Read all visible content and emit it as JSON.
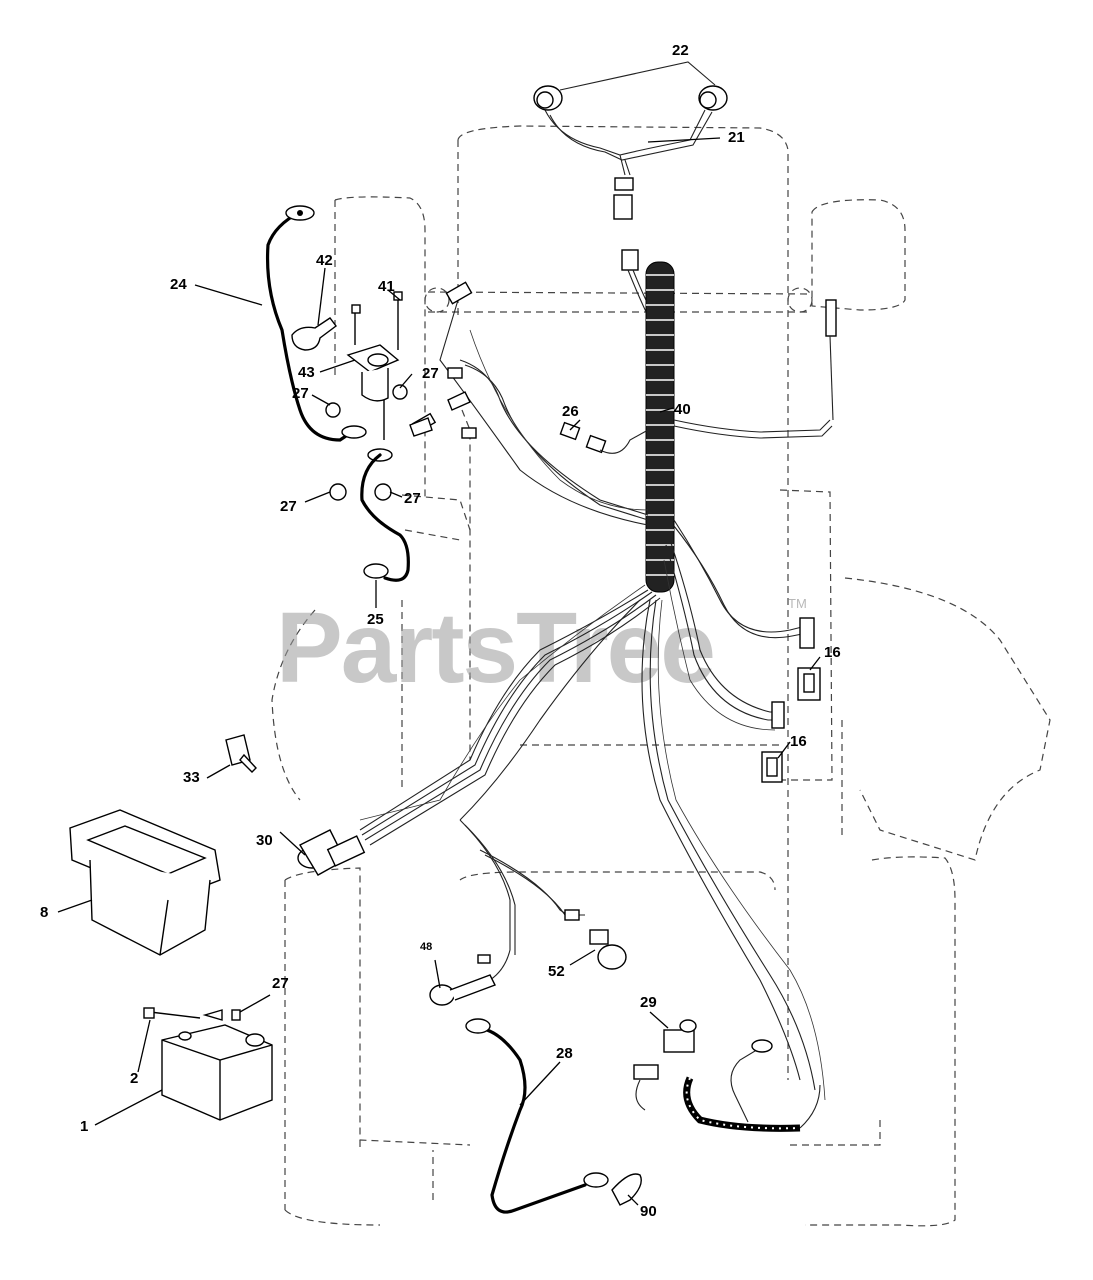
{
  "watermark": {
    "text": "PartsTree",
    "trademark": "TM"
  },
  "callouts": {
    "c22": "22",
    "c21": "21",
    "c24": "24",
    "c42": "42",
    "c41": "41",
    "c43": "43",
    "c27a": "27",
    "c27b": "27",
    "c27c": "27",
    "c27d": "27",
    "c27e": "27",
    "c26": "26",
    "c40": "40",
    "c25": "25",
    "c16a": "16",
    "c16b": "16",
    "c33": "33",
    "c30": "30",
    "c8": "8",
    "c48": "48",
    "c52": "52",
    "c29": "29",
    "c28": "28",
    "c2": "2",
    "c1": "1",
    "c90": "90"
  }
}
